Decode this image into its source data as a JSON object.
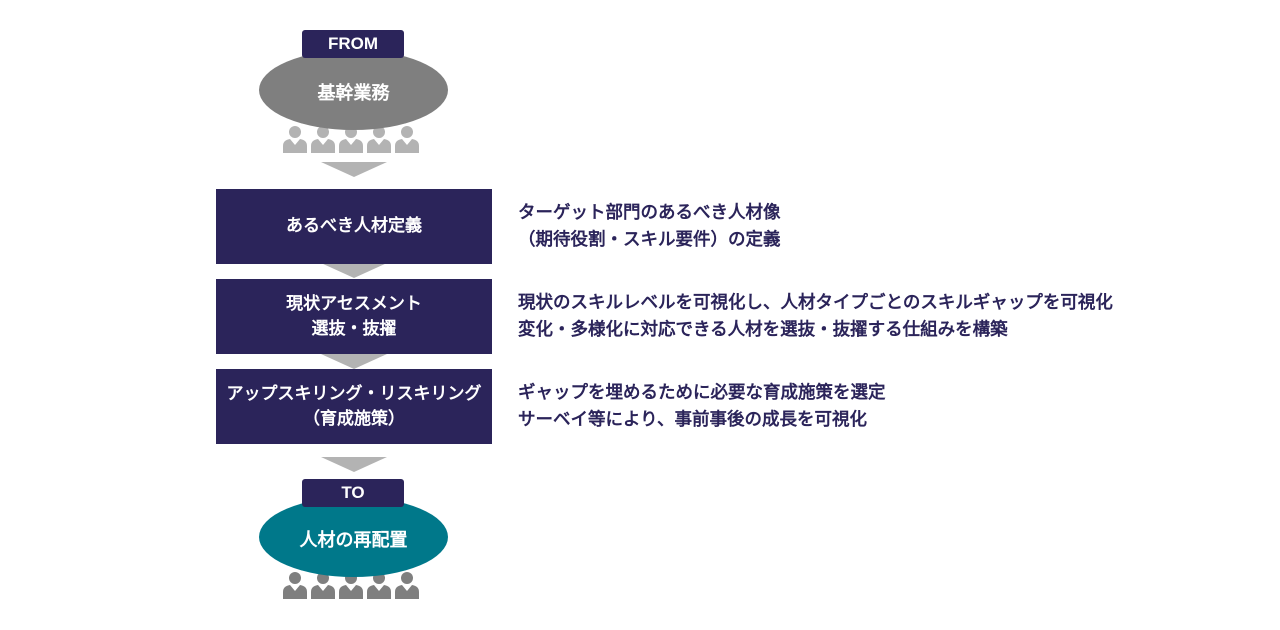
{
  "from": {
    "tab_label": "FROM",
    "ellipse_label": "基幹業務",
    "people_count": 5,
    "color": "#7f7f7f"
  },
  "steps": [
    {
      "title_lines": [
        "あるべき人材定義"
      ],
      "description_lines": [
        "ターゲット部門のあるべき人材像",
        "（期待役割・スキル要件）の定義"
      ]
    },
    {
      "title_lines": [
        "現状アセスメント",
        "選抜・抜擢"
      ],
      "description_lines": [
        "現状のスキルレベルを可視化し、人材タイプごとのスキルギャップを可視化",
        "変化・多様化に対応できる人材を選抜・抜擢する仕組みを構築"
      ]
    },
    {
      "title_lines": [
        "アップスキリング・リスキリング",
        "（育成施策）"
      ],
      "description_lines": [
        "ギャップを埋めるために必要な育成施策を選定",
        "サーベイ等により、事前事後の成長を可視化"
      ]
    }
  ],
  "to": {
    "tab_label": "TO",
    "ellipse_label": "人材の再配置",
    "people_count": 5,
    "color": "#00788a"
  },
  "colors": {
    "navy": "#2b245a",
    "arrow_gray": "#b3b3b3"
  }
}
